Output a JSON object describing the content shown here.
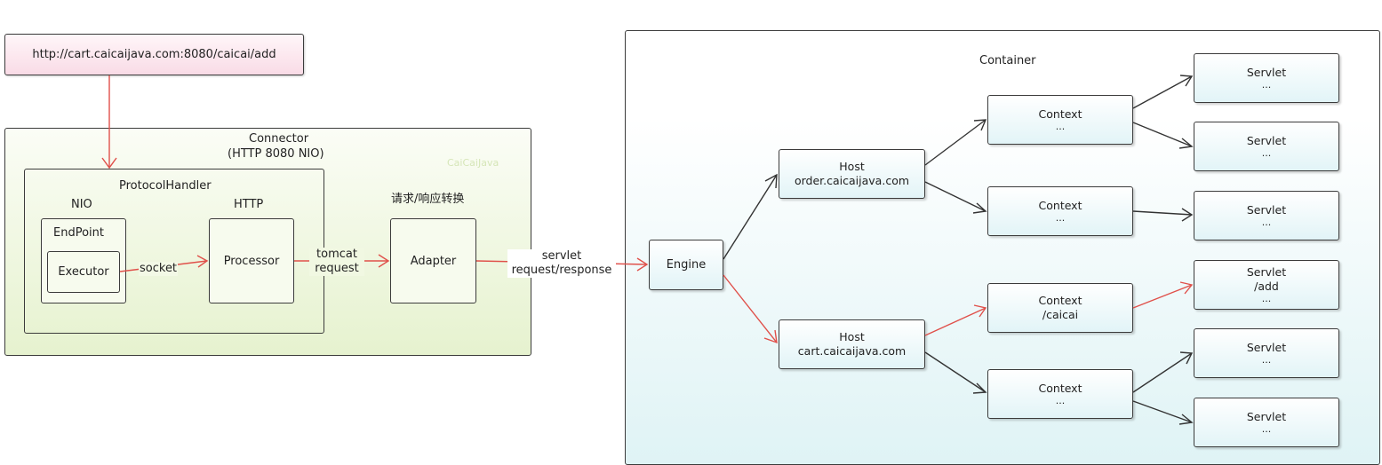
{
  "url": "http://cart.caicaijava.com:8080/caicai/add",
  "connector": {
    "title": "Connector",
    "subtitle": "(HTTP 8080 NIO)",
    "watermark": "CaiCaiJava"
  },
  "protocol_handler": {
    "title": "ProtocolHandler"
  },
  "nio_label": "NIO",
  "endpoint_label": "EndPoint",
  "executor_label": "Executor",
  "http_label": "HTTP",
  "processor_label": "Processor",
  "convert_label": "请求/响应转换",
  "adapter_label": "Adapter",
  "edge_labels": {
    "socket": "socket",
    "tomcat_line1": "tomcat",
    "tomcat_line2": "request",
    "servlet_line1": "servlet",
    "servlet_line2": "request/response"
  },
  "container": {
    "title": "Container"
  },
  "engine_label": "Engine",
  "hosts": [
    {
      "title": "Host",
      "name": "order.caicaijava.com"
    },
    {
      "title": "Host",
      "name": "cart.caicaijava.com"
    }
  ],
  "contexts": [
    {
      "title": "Context",
      "sub": "..."
    },
    {
      "title": "Context",
      "sub": "..."
    },
    {
      "title": "Context",
      "sub": "/caicai"
    },
    {
      "title": "Context",
      "sub": "..."
    }
  ],
  "servlets": [
    {
      "title": "Servlet",
      "sub": "...",
      "sub2": ""
    },
    {
      "title": "Servlet",
      "sub": "...",
      "sub2": ""
    },
    {
      "title": "Servlet",
      "sub": "...",
      "sub2": ""
    },
    {
      "title": "Servlet",
      "sub": "/add",
      "sub2": "..."
    },
    {
      "title": "Servlet",
      "sub": "...",
      "sub2": ""
    },
    {
      "title": "Servlet",
      "sub": "...",
      "sub2": ""
    }
  ],
  "colors": {
    "highlight_arrow": "#e0504a",
    "normal_arrow": "#333333",
    "url_fill": "#fbe3ec",
    "connector_fill": "#eef6dc",
    "container_fill": "#e6f6f8"
  }
}
